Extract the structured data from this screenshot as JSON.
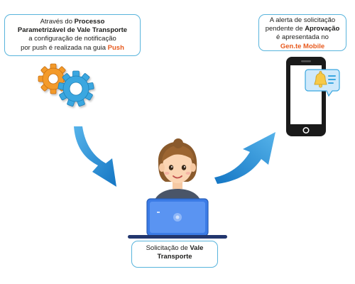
{
  "top_left_text": {
    "line1_prefix": "Através do ",
    "line1_bold": "Processo",
    "line2": "Parametrizável de Vale Transporte",
    "line3": "a configuração de notificação",
    "line4_prefix": "por push é realizada na guia ",
    "line4_highlight": "Push"
  },
  "top_right_text": {
    "line1": "A alerta de solicitação",
    "line2_prefix": "pendente de ",
    "line2_bold": "Aprovação",
    "line3": "é apresentada no",
    "line4_highlight": "Gen.te Mobile"
  },
  "bottom_text": {
    "line1_prefix": "Solicitação de ",
    "line1_bold": "Vale",
    "line2_bold": "Transporte"
  },
  "icons": {
    "gears": "gears-icon",
    "phone": "smartphone-icon",
    "notification": "bell-notification-icon",
    "person": "woman-at-laptop-illustration",
    "arrow_down": "curved-arrow-down-icon",
    "arrow_up": "curved-arrow-up-icon"
  },
  "colors": {
    "callout_border": "#58b4dc",
    "highlight": "#e85a1e",
    "arrow_blue": "#1f8bd0",
    "gear_orange": "#f39a2c",
    "gear_blue": "#3aa7e0",
    "laptop_blue": "#3b7be6",
    "bell_yellow": "#f7c948"
  }
}
